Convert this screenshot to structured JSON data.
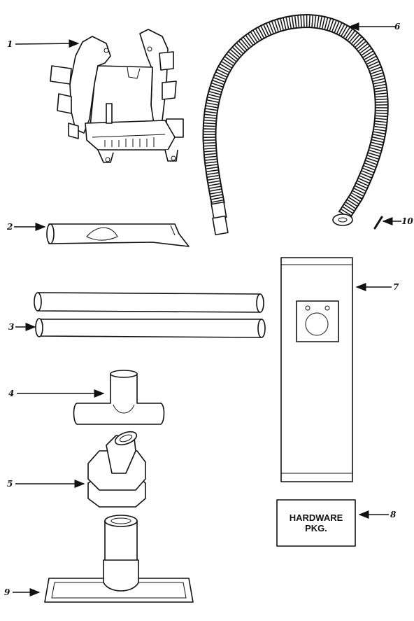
{
  "diagram": {
    "callouts": {
      "c1": "1",
      "c2": "2",
      "c3": "3",
      "c4": "4",
      "c5": "5",
      "c6": "6",
      "c7": "7",
      "c8": "8",
      "c9": "9",
      "c10": "10"
    },
    "hardware_box": {
      "line1": "HARDWARE",
      "line2": "PKG."
    }
  }
}
